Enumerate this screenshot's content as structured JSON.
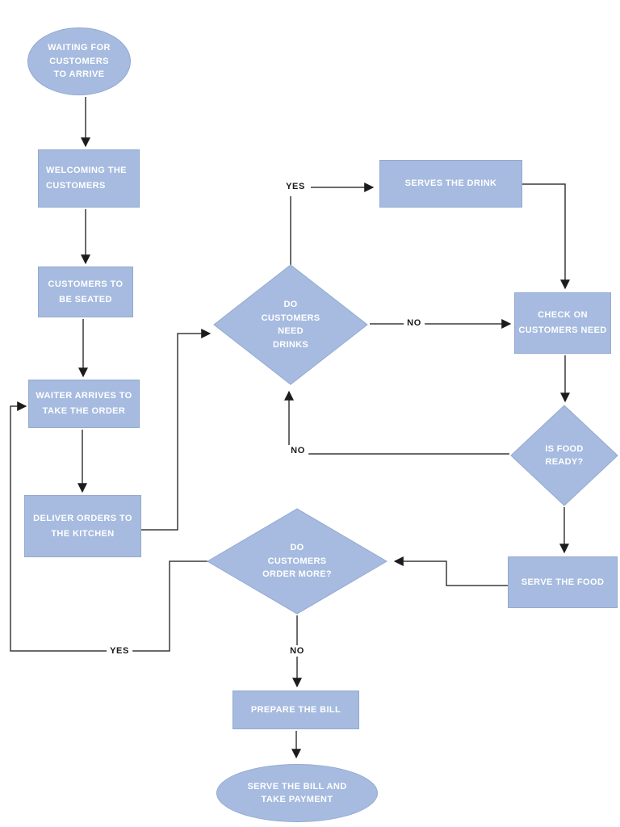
{
  "diagram": {
    "type": "flowchart",
    "subject": "restaurant-waiter-service-process"
  },
  "nodes": {
    "waiting": {
      "shape": "terminator",
      "lines": [
        "WAITING FOR",
        "CUSTOMERS",
        "TO ARRIVE"
      ]
    },
    "welcoming": {
      "shape": "process",
      "lines": [
        "WELCOMING THE",
        "CUSTOMERS"
      ]
    },
    "seated": {
      "shape": "process",
      "lines": [
        "CUSTOMERS TO",
        "BE SEATED"
      ]
    },
    "waiter": {
      "shape": "process",
      "lines": [
        "WAITER ARRIVES TO",
        "TAKE THE ORDER"
      ]
    },
    "kitchen": {
      "shape": "process",
      "lines": [
        "DELIVER ORDERS TO",
        "THE KITCHEN"
      ]
    },
    "need_drinks": {
      "shape": "decision",
      "lines": [
        "DO",
        "CUSTOMERS",
        "NEED",
        "DRINKS"
      ]
    },
    "serves_drink": {
      "shape": "process",
      "lines": [
        "SERVES THE DRINK"
      ]
    },
    "check_on": {
      "shape": "process",
      "lines": [
        "CHECK ON",
        "CUSTOMERS NEED"
      ]
    },
    "food_ready": {
      "shape": "decision",
      "lines": [
        "IS FOOD",
        "READY?"
      ]
    },
    "serve_food": {
      "shape": "process",
      "lines": [
        "SERVE THE FOOD"
      ]
    },
    "order_more": {
      "shape": "decision",
      "lines": [
        "DO",
        "CUSTOMERS",
        "ORDER MORE?"
      ]
    },
    "prepare_bill": {
      "shape": "process",
      "lines": [
        "PREPARE THE BILL"
      ]
    },
    "serve_bill": {
      "shape": "terminator",
      "lines": [
        "SERVE THE BILL AND",
        "TAKE PAYMENT"
      ]
    }
  },
  "labels": {
    "yes_drinks": "YES",
    "no_drinks": "NO",
    "no_food": "NO",
    "no_more": "NO",
    "yes_more": "YES"
  },
  "colors": {
    "shape_fill": "#A6BBDF",
    "shape_stroke": "#93A9D2",
    "shape_text": "#FFFFFF",
    "line_color": "#3a3a3a",
    "arrow_color": "#1c1c1c",
    "label_color": "#1a1a1a",
    "bg": "#FFFFFF"
  }
}
